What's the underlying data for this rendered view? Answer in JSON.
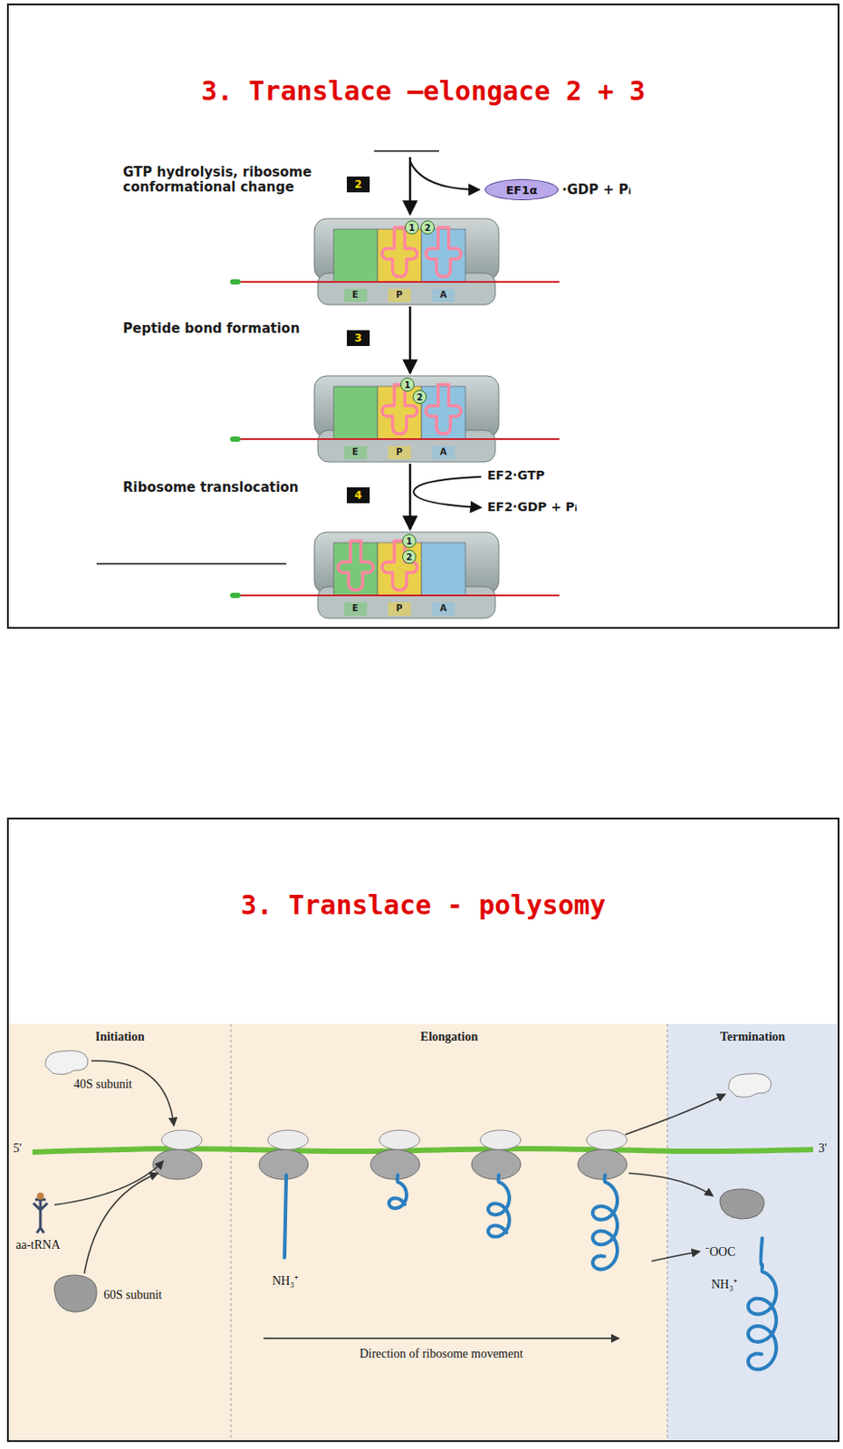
{
  "diagram": {
    "nodes": [
      {
        "text": [
          "3. Translace –elongace 2 + 3"
        ]
      },
      {
        "text": [
          "2"
        ],
        "in": 0
      },
      {
        "text": [
          "EF1α"
        ],
        "in": 0
      },
      {
        "text": [
          "1",
          "2",
          "E",
          "P",
          "A"
        ],
        "in": 0
      },
      {
        "text": [
          "3"
        ],
        "in": 0
      },
      {
        "text": [
          "1",
          "2",
          "E",
          "P",
          "A"
        ],
        "in": 0
      },
      {
        "text": [
          "4"
        ],
        "in": 0
      },
      {
        "text": [
          "1",
          "2",
          "E",
          "P",
          "A"
        ],
        "in": 0
      },
      {
        "text": [
          "3. Translace - polysomy"
        ]
      },
      {
        "text": [
          "Initiation"
        ],
        "in": 8
      },
      {
        "text": [
          "Elongation"
        ],
        "in": 8
      },
      {
        "text": [
          "Termination"
        ],
        "in": 8
      }
    ],
    "edges": [
      {
        "from": 3,
        "to": 5,
        "arrow": "to"
      },
      {
        "from": 5,
        "to": 7,
        "arrow": "to"
      }
    ],
    "labels": [
      "GTP hydrolysis, ribosome conformational change",
      "·GDP + Pᵢ",
      "Peptide bond formation",
      "Ribosome translocation",
      "EF2·GTP",
      "EF2·GDP + Pᵢ",
      "40S subunit",
      "5'",
      "aa-tRNA",
      "60S subunit",
      "NH₃⁺",
      "3'",
      "⁻OOC",
      "NH₃⁺",
      "Direction of ribosome movement"
    ]
  }
}
